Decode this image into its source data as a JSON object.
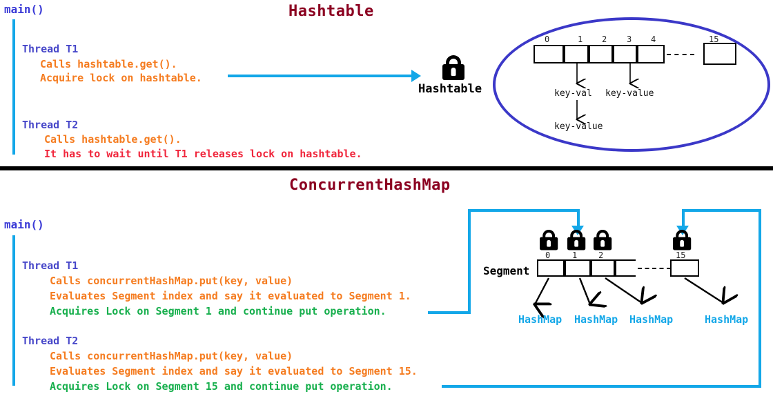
{
  "panels": [
    {
      "id": "hashtable",
      "title": "Hashtable",
      "main_label": "main()",
      "threads": [
        {
          "name": "Thread T1",
          "lines": [
            {
              "text": "Calls hashtable.get().",
              "color": "orange"
            },
            {
              "text": "Acquire lock on hashtable.",
              "color": "orange"
            }
          ]
        },
        {
          "name": "Thread T2",
          "lines": [
            {
              "text": "Calls hashtable.get().",
              "color": "orange"
            },
            {
              "text": "It has to wait until T1 releases lock on hashtable.",
              "color": "red"
            }
          ]
        }
      ],
      "lock_label": "Hashtable",
      "bucket_indices": [
        "0",
        "1",
        "2",
        "3",
        "4",
        "15"
      ],
      "kv_labels": [
        "key-val",
        "key-value",
        "key-value"
      ]
    },
    {
      "id": "concurrenthashmap",
      "title": "ConcurrentHashMap",
      "main_label": "main()",
      "threads": [
        {
          "name": "Thread T1",
          "lines": [
            {
              "text": "Calls concurrentHashMap.put(key, value)",
              "color": "orange"
            },
            {
              "text": "Evaluates Segment index and say it evaluated to Segment 1.",
              "color": "orange"
            },
            {
              "text": "Acquires Lock on Segment 1 and continue put operation.",
              "color": "green"
            }
          ]
        },
        {
          "name": "Thread T2",
          "lines": [
            {
              "text": "Calls concurrentHashMap.put(key, value)",
              "color": "orange"
            },
            {
              "text": "Evaluates Segment index and say it evaluated to Segment 15.",
              "color": "orange"
            },
            {
              "text": "Acquires Lock on Segment 15 and continue put operation.",
              "color": "green"
            }
          ]
        }
      ],
      "segment_label": "Segment",
      "segment_indices": [
        "0",
        "1",
        "2",
        "15"
      ],
      "hashmap_labels": [
        "HashMap",
        "HashMap",
        "HashMap",
        "HashMap"
      ]
    }
  ],
  "colors": {
    "title": "#8B0020",
    "thread": "#4747c9",
    "orange": "#F57C20",
    "red": "#F0263C",
    "green": "#17AF4D",
    "cyan": "#13A7E8",
    "ellipse": "#3B38C8",
    "black": "#000000"
  },
  "icons": {
    "lock": "padlock-closed"
  }
}
